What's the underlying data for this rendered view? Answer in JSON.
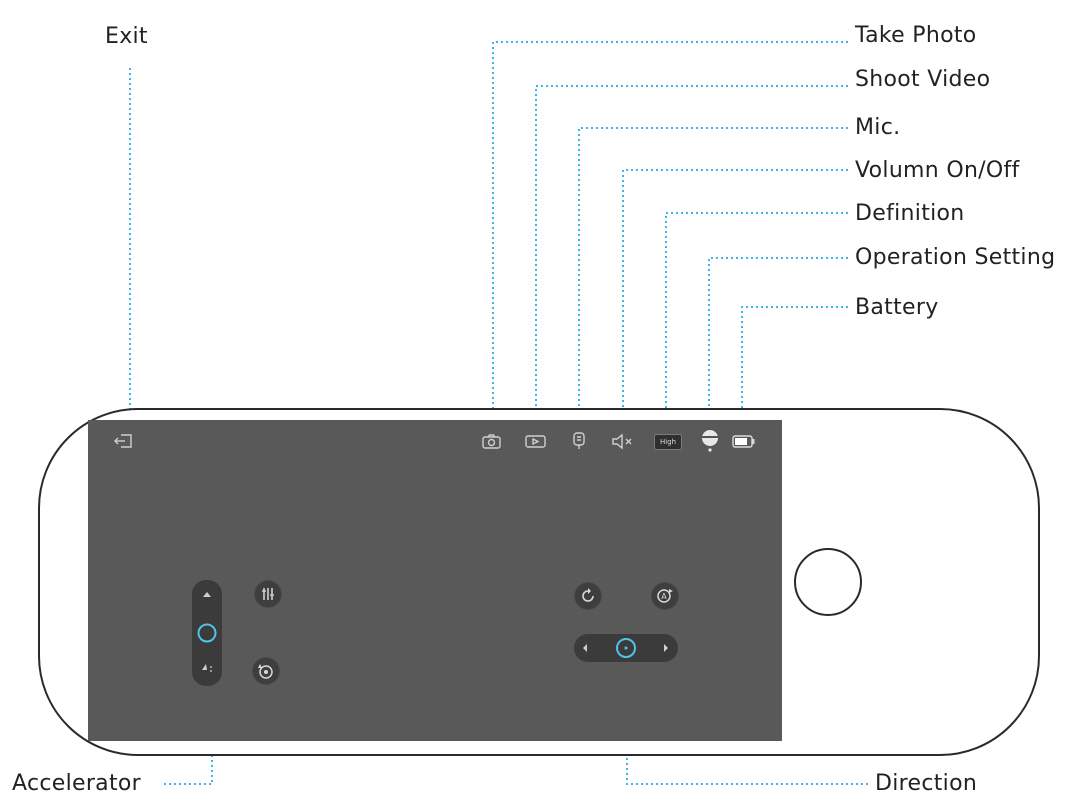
{
  "callouts": {
    "exit": "Exit",
    "take_photo": "Take Photo",
    "shoot_video": "Shoot Video",
    "mic": "Mic.",
    "volume": "Volumn On/Off",
    "definition": "Definition",
    "operation_setting": "Operation Setting",
    "battery": "Battery",
    "accelerator": "Accelerator",
    "direction": "Direction"
  },
  "toolbar": {
    "definition_badge": "High"
  },
  "colors": {
    "screen": "#595959",
    "leader_line": "#3fb6e6",
    "accent_ring": "#4fc3e8"
  },
  "icons": [
    "exit-icon",
    "camera-icon",
    "video-icon",
    "mic-icon",
    "speaker-mute-icon",
    "definition-badge",
    "operation-setting-icon",
    "battery-icon"
  ]
}
